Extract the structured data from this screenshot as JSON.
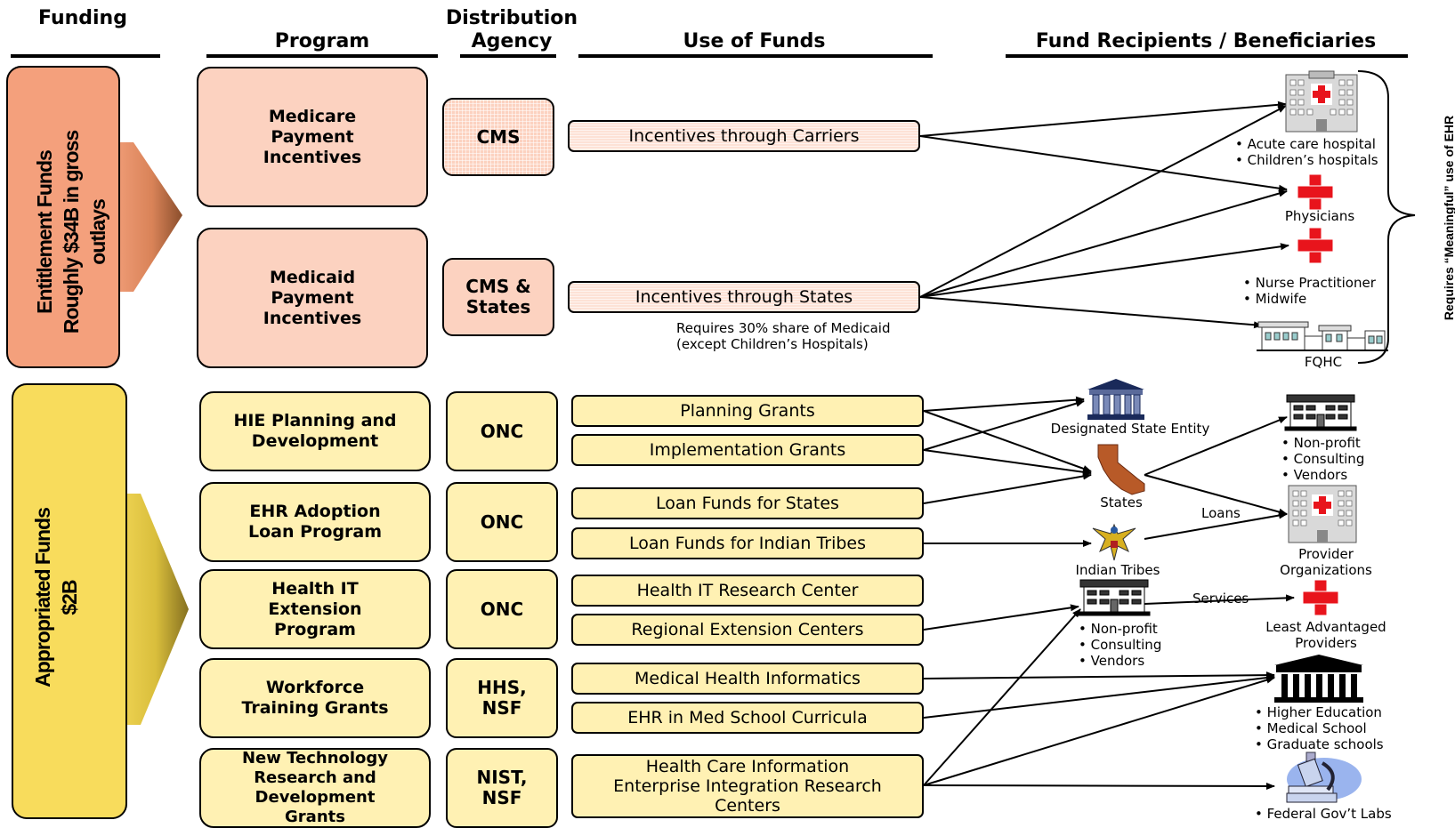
{
  "headers": {
    "funding": "Funding",
    "program": "Program",
    "distribution": "Distribution\nAgency",
    "use": "Use of Funds",
    "recipients": "Fund Recipients / Beneficiaries"
  },
  "funding": {
    "entitlement": "Entitlement Funds\nRoughly  $34B in gross\noutlays",
    "appropriated": "Appropriated Funds\n$2B"
  },
  "programs": [
    "Medicare\nPayment\nIncentives",
    "Medicaid\nPayment\nIncentives",
    "HIE Planning and\nDevelopment",
    "EHR Adoption\nLoan Program",
    "Health IT\nExtension\nProgram",
    "Workforce\nTraining Grants",
    "New Technology\nResearch and\nDevelopment\nGrants"
  ],
  "agencies": [
    "CMS",
    "CMS &\nStates",
    "ONC",
    "ONC",
    "ONC",
    "HHS,\nNSF",
    "NIST,\nNSF"
  ],
  "uses": [
    "Incentives through Carriers",
    "Incentives through States",
    "Planning Grants",
    "Implementation Grants",
    "Loan Funds for States",
    "Loan Funds for Indian Tribes",
    "Health IT Research Center",
    "Regional Extension Centers",
    "Medical Health Informatics",
    "EHR in Med School Curricula",
    "Health Care Information\nEnterprise Integration Research\nCenters"
  ],
  "medicaid_note": "Requires 30% share of Medicaid\n(except Children’s Hospitals)",
  "intermediates": {
    "dse": "Designated State Entity",
    "states": "States",
    "tribes": "Indian Tribes",
    "nonprofit": "• Non-profit\n• Consulting\n• Vendors"
  },
  "edge_labels": {
    "loans": "Loans",
    "services": "Services"
  },
  "recipients": {
    "hospital": "• Acute care hospital\n• Children’s hospitals",
    "physicians": "Physicians",
    "nurse": "• Nurse Practitioner\n• Midwife",
    "fqhc": "FQHC",
    "nonprofit": "• Non-profit\n• Consulting\n• Vendors",
    "provider_orgs": "Provider\nOrganizations",
    "least_advantaged": "Least Advantaged\nProviders",
    "higher_ed": "• Higher Education\n• Medical School\n• Graduate schools",
    "labs": "• Federal Gov’t Labs"
  },
  "meaningful_use": "Requires “Meaningful” use of EHR",
  "colors": {
    "entitlement": "#f4a07c",
    "appropriated": "#f8dc5c",
    "pink_box": "#fcd2c0",
    "yellow_box": "#fff1b3",
    "red_cross": "#e8141c"
  },
  "icons": [
    "hospital-building-icon",
    "red-cross-icon",
    "fqhc-building-icon",
    "state-capitol-icon",
    "state-map-icon",
    "thunderbird-icon",
    "office-building-icon",
    "university-icon",
    "microscope-icon"
  ]
}
